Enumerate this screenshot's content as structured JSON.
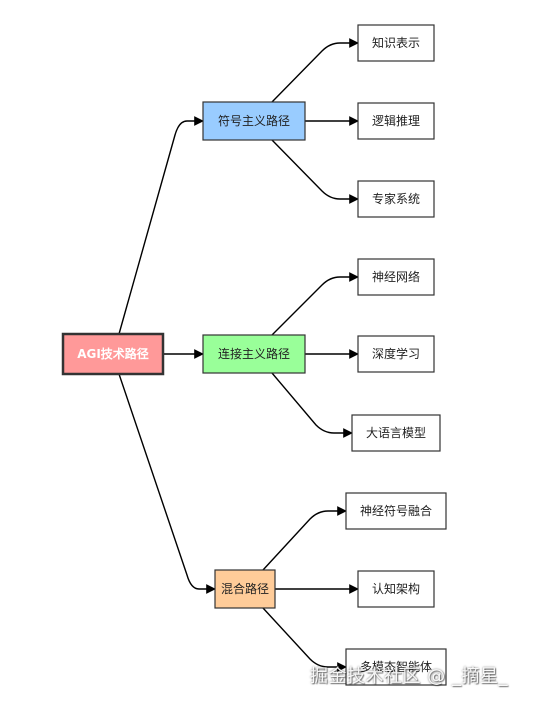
{
  "root": {
    "label": "AGI技术路径",
    "fill": "#ff9999",
    "stroke": "#333333"
  },
  "branches": [
    {
      "label": "符号主义路径",
      "fill": "#99ccff",
      "children": [
        "知识表示",
        "逻辑推理",
        "专家系统"
      ]
    },
    {
      "label": "连接主义路径",
      "fill": "#99ff99",
      "children": [
        "神经网络",
        "深度学习",
        "大语言模型"
      ]
    },
    {
      "label": "混合路径",
      "fill": "#ffcc99",
      "children": [
        "神经符号融合",
        "认知架构",
        "多模态智能体"
      ]
    }
  ],
  "watermark": "掘金技术社区 @ _摘星_",
  "colors": {
    "leaf_fill": "#ffffff",
    "stroke": "#333333",
    "edge": "#000000"
  }
}
